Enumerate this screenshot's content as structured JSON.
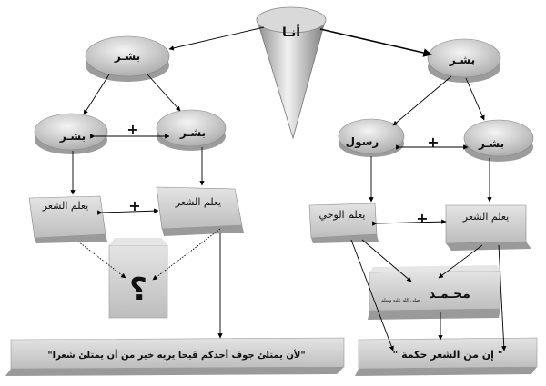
{
  "nodes": {
    "ana": "أنـا",
    "bashar_top_left": "بشـر",
    "bashar_top_right": "بشـر",
    "bashar_mid_left_a": "بشـر",
    "bashar_mid_left_b": "بشـر",
    "rasool": "رسول",
    "bashar_mid_right": "بشـر",
    "learn_poetry_left_a": "يعلم الشعر",
    "learn_poetry_left_b": "يعلم الشعر",
    "learn_revelation": "يعلم الوحي",
    "learn_poetry_right": "يعلم الشعر",
    "question": "؟",
    "muhammad": "محـمـد",
    "muhammad_salawat": "صلى الله عليه وسلم",
    "quote_left": "\"لأن يمتلئ جوف أحدكم قيحا يريه خير من أن يمتلئ شعرا\"",
    "quote_right": "\" إن من الشعر حكمة \""
  },
  "plus_signs": [
    "+",
    "+",
    "+",
    "+"
  ],
  "colors": {
    "ellipse_fill": "#c8c8c8",
    "box_fill": "#cdcdcd",
    "box_side": "#9a9a9a",
    "line": "#000000"
  }
}
